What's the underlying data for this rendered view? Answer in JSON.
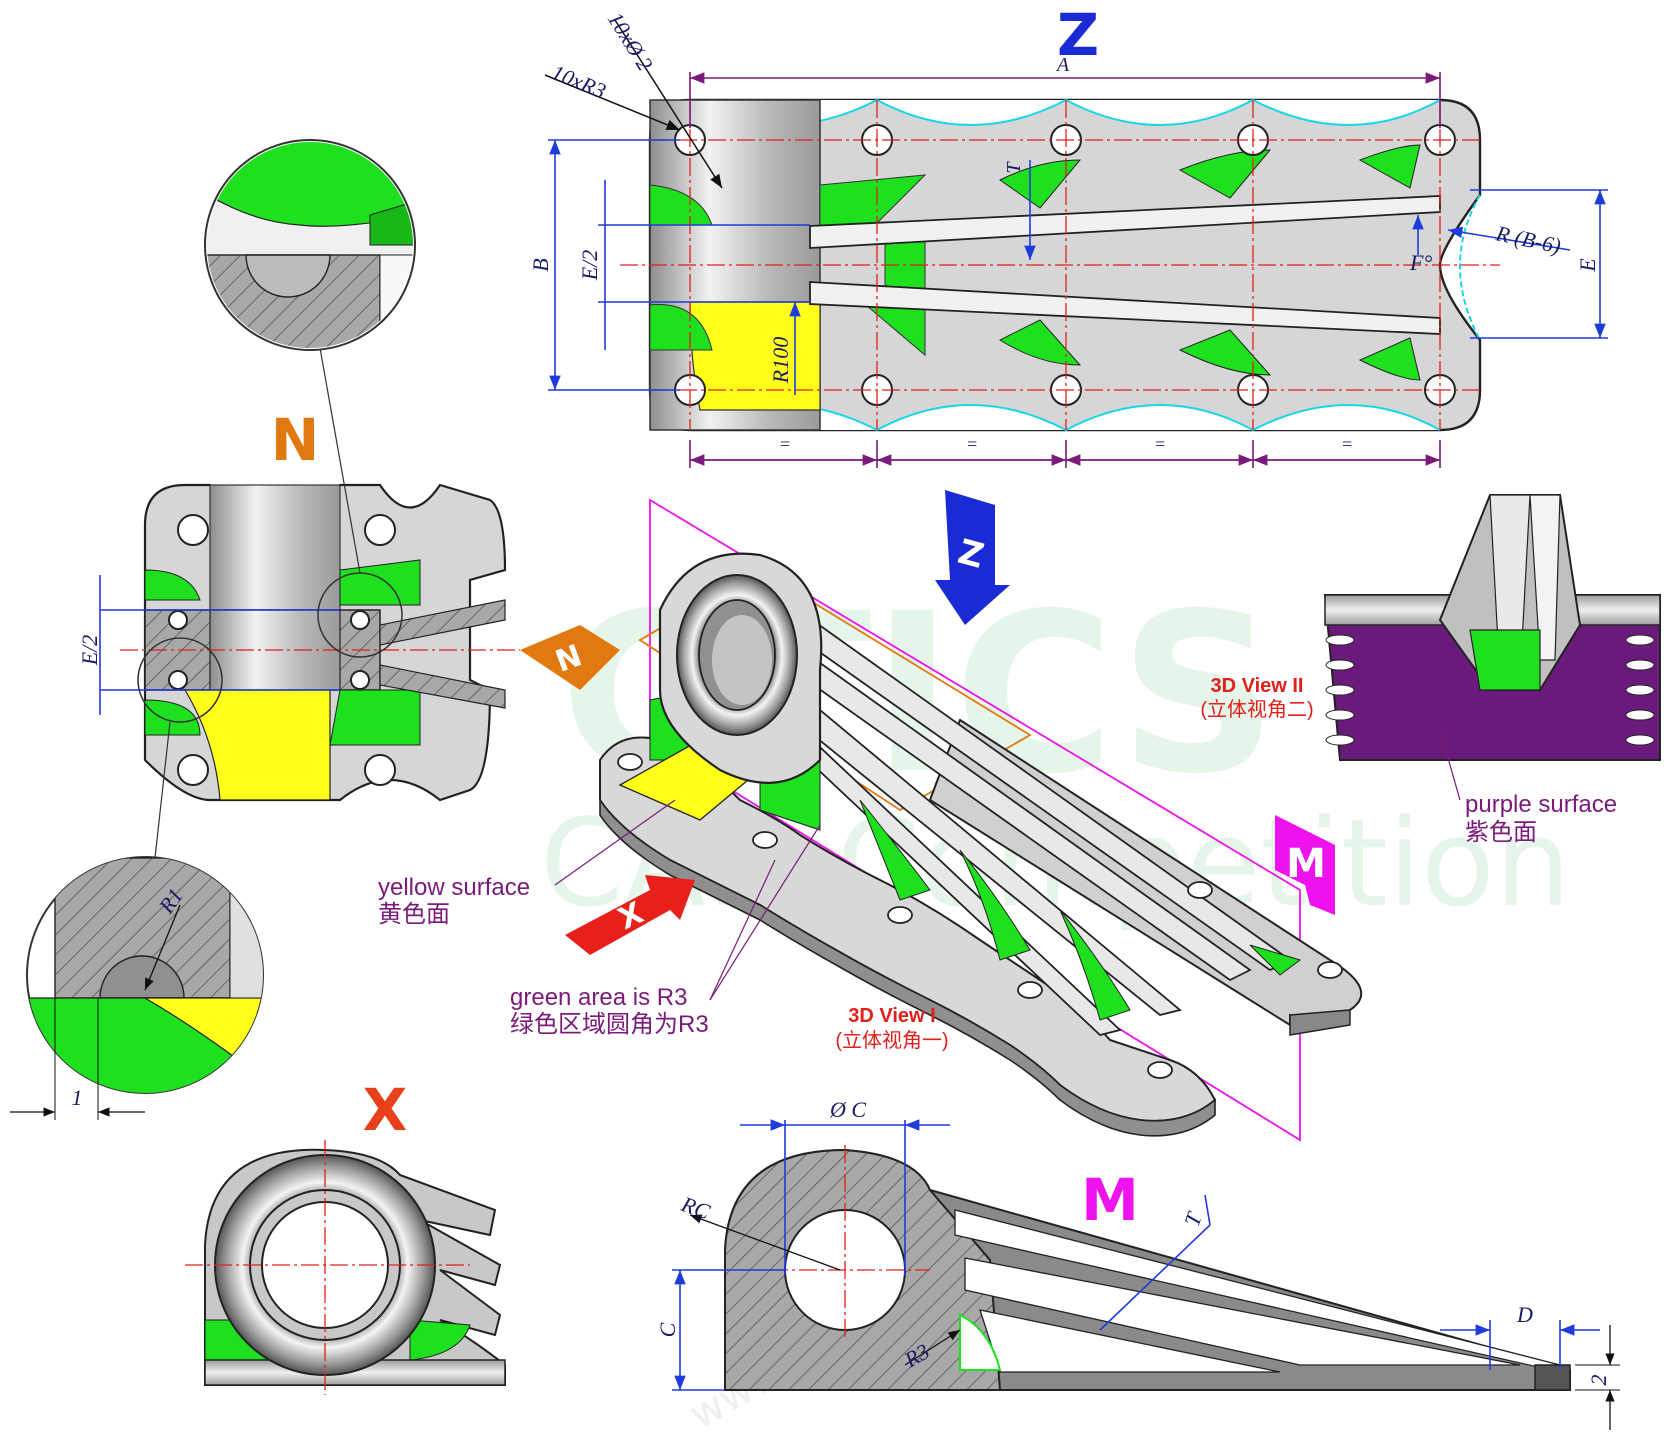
{
  "views": {
    "z": {
      "letter": "Z"
    },
    "n": {
      "letter": "N"
    },
    "x": {
      "letter": "X"
    },
    "m": {
      "letter": "M"
    }
  },
  "dimensions": {
    "holes": "10xØ 2",
    "fillets": "10xR3",
    "a": "A",
    "b": "B",
    "e_half": "E/2",
    "e_half_n": "E/2",
    "t_top": "T",
    "f_deg": "F°",
    "r_b6": "R (B-6)",
    "e": "E",
    "r100": "R100",
    "eq1": "=",
    "eq2": "=",
    "eq3": "=",
    "eq4": "=",
    "r1": "R1",
    "one": "1",
    "phi_c": "Ø C",
    "rc": "RC",
    "c": "C",
    "r3": "R3",
    "t_m": "T",
    "d": "D",
    "two": "2"
  },
  "labels": {
    "view1_en": "3D View I",
    "view1_cn": "(立体视角一)",
    "view2_en": "3D View II",
    "view2_cn": "(立体视角二)",
    "yellow_en": "yellow surface",
    "yellow_cn": "黄色面",
    "purple_en": "purple surface",
    "purple_cn": "紫色面",
    "green_en": "green area is R3",
    "green_cn": "绿色区域圆角为R3"
  },
  "watermark": {
    "text1": "CAD Competition",
    "text2": "www.cad9.net"
  },
  "colors": {
    "surface_green": "#1ee01e",
    "surface_yellow": "#ffff1a",
    "surface_purple": "#6a1a7a",
    "metal": "#c8c8c8",
    "dim_blue": "#1f3bdb",
    "dim_purple": "#7a1a7a",
    "center_red": "#e0201a",
    "z_color": "#1a2bd6",
    "n_color": "#e07a10",
    "x_color": "#e8401a",
    "m_color": "#ee12ee"
  }
}
